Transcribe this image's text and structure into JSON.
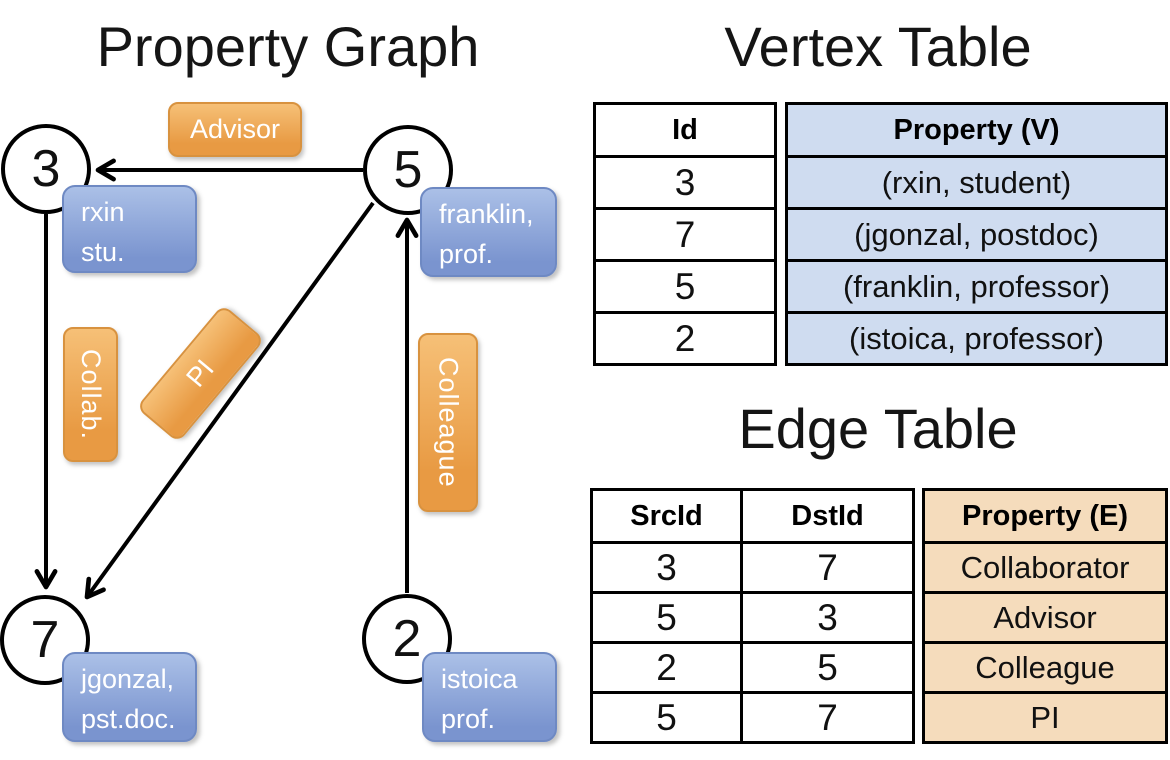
{
  "graph": {
    "title": "Property Graph",
    "vertices": [
      {
        "id": "3",
        "lines": [
          "rxin",
          "stu."
        ]
      },
      {
        "id": "5",
        "lines": [
          "franklin,",
          "prof."
        ]
      },
      {
        "id": "7",
        "lines": [
          "jgonzal,",
          "pst.doc."
        ]
      },
      {
        "id": "2",
        "lines": [
          "istoica",
          "prof."
        ]
      }
    ],
    "edge_labels": {
      "advisor": "Advisor",
      "collab": "Collab.",
      "pi": "PI",
      "colleague": "Colleague"
    }
  },
  "vertex_table": {
    "title": "Vertex Table",
    "columns": [
      "Id",
      "Property (V)"
    ],
    "rows": [
      [
        "3",
        "(rxin, student)"
      ],
      [
        "7",
        "(jgonzal, postdoc)"
      ],
      [
        "5",
        "(franklin, professor)"
      ],
      [
        "2",
        "(istoica, professor)"
      ]
    ]
  },
  "edge_table": {
    "title": "Edge Table",
    "columns": [
      "SrcId",
      "DstId",
      "Property (E)"
    ],
    "rows": [
      [
        "3",
        "7",
        "Collaborator"
      ],
      [
        "5",
        "3",
        "Advisor"
      ],
      [
        "2",
        "5",
        "Colleague"
      ],
      [
        "5",
        "7",
        "PI"
      ]
    ]
  },
  "colors": {
    "orange_light": "#f6c077",
    "orange_dark": "#e89a43",
    "orange_border": "#d8923f",
    "blue_light": "#abc0e7",
    "blue_dark": "#7a94cf",
    "blue_border": "#6e89c3",
    "vertex_cell_bg": "#cfdcf0",
    "edge_cell_bg": "#f5dcbc",
    "line_color": "#000000"
  }
}
